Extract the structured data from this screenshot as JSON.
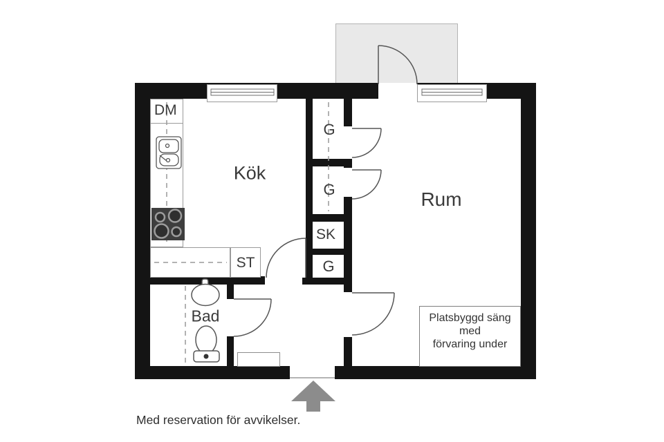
{
  "labels": {
    "kitchen": "Kök",
    "room": "Rum",
    "bathroom": "Bad",
    "dishwasher": "DM",
    "pantry": "ST",
    "cleaning_closet": "SK",
    "wardrobe1": "G",
    "wardrobe2": "G",
    "wardrobe3": "G"
  },
  "bed_note": {
    "line1": "Platsbyggd säng",
    "line2": "med",
    "line3": "förvaring under"
  },
  "caption": "Med reservation för avvikelser.",
  "colors": {
    "wall": "#141414",
    "stairwell_fill": "#e9e9e9",
    "arrow": "#8c8c8c",
    "stove": "#3e3e3e",
    "door_line": "#555555",
    "dashed_line": "#999999"
  }
}
